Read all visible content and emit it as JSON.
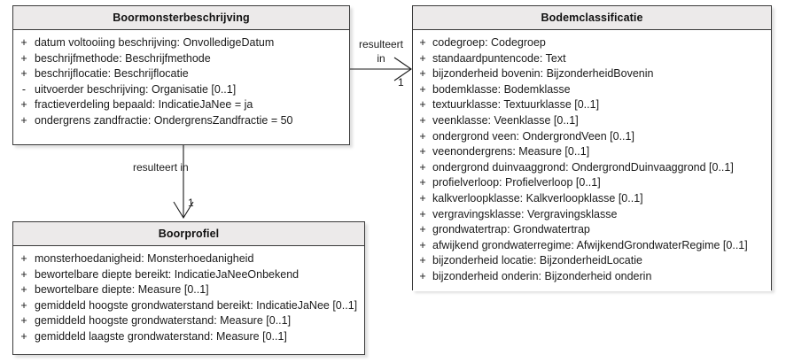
{
  "diagram": {
    "type": "uml-class-diagram",
    "colors": {
      "header_fill": "#eceaea",
      "body_fill": "#ffffff",
      "border": "#3a3a3a",
      "text": "#1a1a1a",
      "canvas": "#ffffff"
    }
  },
  "classes": [
    {
      "id": "boormonsterbeschrijving",
      "name": "Boormonsterbeschrijving",
      "attributes": [
        {
          "visibility": "+",
          "text": "datum voltooiing beschrijving: OnvolledigeDatum"
        },
        {
          "visibility": "+",
          "text": "beschrijfmethode: Beschrijfmethode"
        },
        {
          "visibility": "+",
          "text": "beschrijflocatie: Beschrijflocatie"
        },
        {
          "visibility": "-",
          "text": "uitvoerder beschrijving: Organisatie [0..1]"
        },
        {
          "visibility": "+",
          "text": "fractieverdeling bepaald: IndicatieJaNee = ja"
        },
        {
          "visibility": "+",
          "text": "ondergrens zandfractie: OndergrensZandfractie = 50"
        }
      ]
    },
    {
      "id": "bodemclassificatie",
      "name": "Bodemclassificatie",
      "attributes": [
        {
          "visibility": "+",
          "text": "codegroep: Codegroep"
        },
        {
          "visibility": "+",
          "text": "standaardpuntencode: Text"
        },
        {
          "visibility": "+",
          "text": "bijzonderheid bovenin: BijzonderheidBovenin"
        },
        {
          "visibility": "+",
          "text": "bodemklasse: Bodemklasse"
        },
        {
          "visibility": "+",
          "text": "textuurklasse: Textuurklasse [0..1]"
        },
        {
          "visibility": "+",
          "text": "veenklasse: Veenklasse [0..1]"
        },
        {
          "visibility": "+",
          "text": "ondergrond veen: OndergrondVeen [0..1]"
        },
        {
          "visibility": "+",
          "text": "veenondergrens: Measure [0..1]"
        },
        {
          "visibility": "+",
          "text": "ondergrond duinvaaggrond: OndergrondDuinvaaggrond [0..1]"
        },
        {
          "visibility": "+",
          "text": "profielverloop: Profielverloop [0..1]"
        },
        {
          "visibility": "+",
          "text": "kalkverloopklasse: Kalkverloopklasse [0..1]"
        },
        {
          "visibility": "+",
          "text": "vergravingsklasse: Vergravingsklasse"
        },
        {
          "visibility": "+",
          "text": "grondwatertrap: Grondwatertrap"
        },
        {
          "visibility": "+",
          "text": "afwijkend grondwaterregime: AfwijkendGrondwaterRegime [0..1]"
        },
        {
          "visibility": "+",
          "text": "bijzonderheid locatie: BijzonderheidLocatie"
        },
        {
          "visibility": "+",
          "text": "bijzonderheid onderin: Bijzonderheid onderin"
        }
      ]
    },
    {
      "id": "boorprofiel",
      "name": "Boorprofiel",
      "attributes": [
        {
          "visibility": "+",
          "text": "monsterhoedanigheid: Monsterhoedanigheid"
        },
        {
          "visibility": "+",
          "text": "bewortelbare diepte bereikt: IndicatieJaNeeOnbekend"
        },
        {
          "visibility": "+",
          "text": "bewortelbare diepte: Measure [0..1]"
        },
        {
          "visibility": "+",
          "text": "gemiddeld hoogste grondwaterstand bereikt: IndicatieJaNee [0..1]"
        },
        {
          "visibility": "+",
          "text": "gemiddeld hoogste grondwaterstand: Measure [0..1]"
        },
        {
          "visibility": "+",
          "text": "gemiddeld laagste grondwaterstand: Measure [0..1]"
        }
      ]
    }
  ],
  "connectors": [
    {
      "id": "boormonsterbeschrijving-to-bodemclassificatie",
      "label_line1": "resulteert",
      "label_line2": "in",
      "target_multiplicity": "1",
      "source": "Boormonsterbeschrijving",
      "target": "Bodemclassificatie",
      "arrow": "open"
    },
    {
      "id": "boormonsterbeschrijving-to-boorprofiel",
      "label_line1": "resulteert in",
      "label_line2": "",
      "target_multiplicity": "1",
      "source": "Boormonsterbeschrijving",
      "target": "Boorprofiel",
      "arrow": "open"
    }
  ]
}
